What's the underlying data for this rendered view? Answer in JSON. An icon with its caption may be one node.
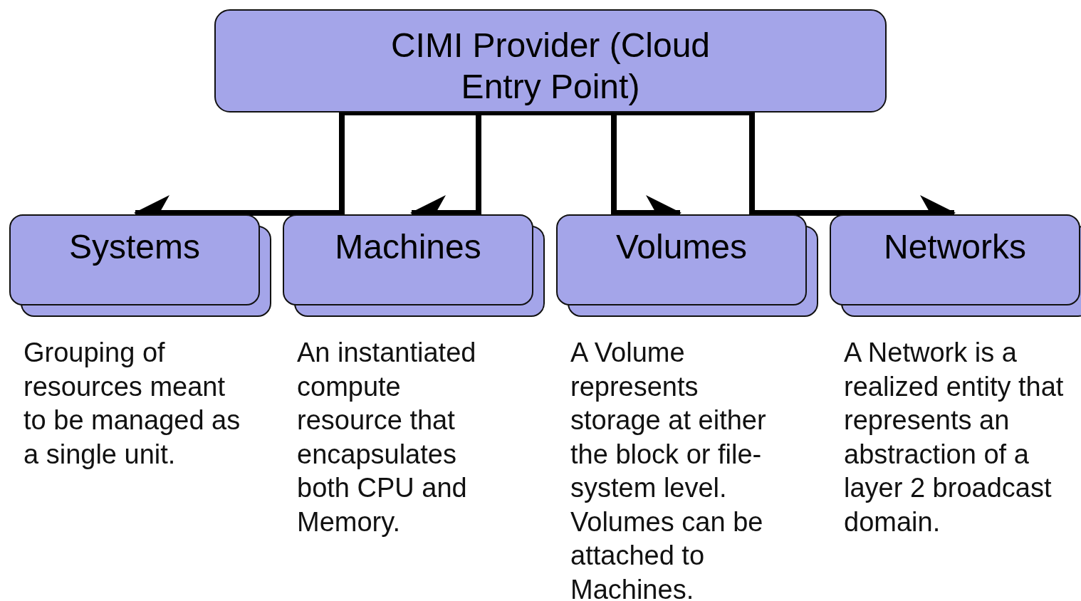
{
  "diagram": {
    "nodes": [
      {
        "text": [
          "CIMI Provider (Cloud Entry Point)"
        ]
      },
      {
        "text": [
          "Systems"
        ],
        "beside": [
          "Grouping of resources meant to be managed as a single unit."
        ]
      },
      {
        "text": [
          "Machines"
        ],
        "beside": [
          "An instantiated compute resource that encapsulates both CPU and Memory."
        ]
      },
      {
        "text": [
          "Volumes"
        ],
        "beside": [
          "A Volume represents storage at either the block or file-system level. Volumes can be attached to Machines."
        ]
      },
      {
        "text": [
          "Networks"
        ],
        "beside": [
          "A Network is a realized entity that represents an abstraction of a layer 2 broadcast domain."
        ]
      }
    ],
    "edges": [
      {
        "from": 0,
        "to": 1,
        "arrow": "to"
      },
      {
        "from": 0,
        "to": 2,
        "arrow": "to"
      },
      {
        "from": 0,
        "to": 3,
        "arrow": "to"
      },
      {
        "from": 0,
        "to": 4,
        "arrow": "to"
      }
    ]
  }
}
